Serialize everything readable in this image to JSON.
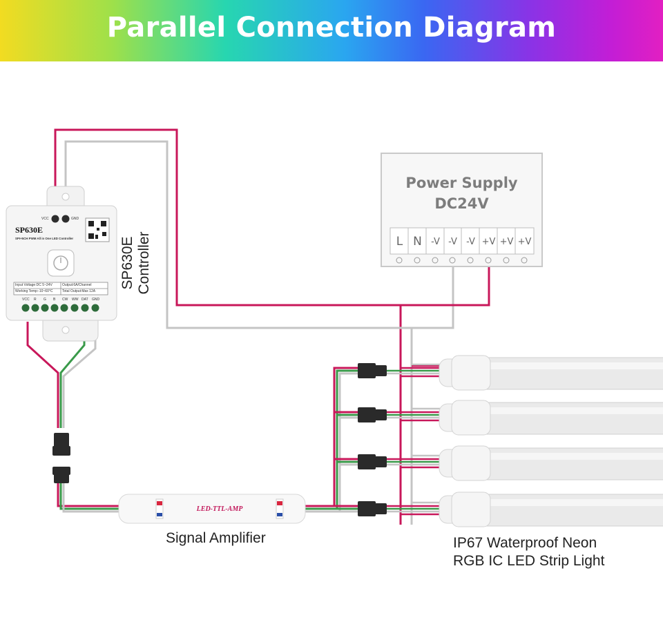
{
  "header": {
    "title": "Parallel Connection Diagram"
  },
  "controller": {
    "label_line1": "SP630E",
    "label_line2": "Controller",
    "model": "SP630E",
    "subtitle": "SPI+5CH PWM All in One LED Controller",
    "top_vcc": "VCC",
    "top_gnd": "GND",
    "spec_input": "Input Voltage:DC 5~24V",
    "spec_output": "Output:6A/Channel",
    "spec_temp": "Working Temp:-10~60°C",
    "spec_total": "Total Output:Max 12A",
    "pins": [
      "VCC",
      "R",
      "G",
      "B",
      "CW",
      "WW",
      "DAT",
      "GND"
    ]
  },
  "power_supply": {
    "title_line1": "Power Supply",
    "title_line2": "DC24V",
    "terminals": [
      "L",
      "N",
      "-V",
      "-V",
      "-V",
      "+V",
      "+V",
      "+V"
    ]
  },
  "amplifier": {
    "caption": "Signal Amplifier",
    "body_text": "LED-TTL-AMP"
  },
  "strip": {
    "caption_line1": "IP67 Waterproof Neon",
    "caption_line2": "RGB IC LED Strip Light"
  },
  "colors": {
    "positive_wire": "#c8175a",
    "negative_wire": "#bdbdbd",
    "data_wire": "#3a9a4a"
  }
}
